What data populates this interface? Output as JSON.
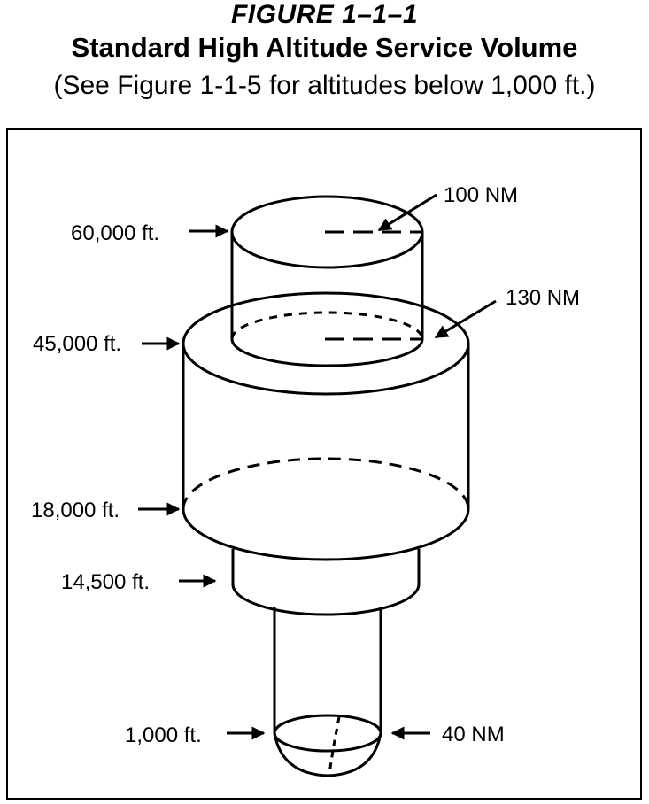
{
  "figure": {
    "number": "FIGURE 1–1–1",
    "title": "Standard High Altitude Service Volume",
    "subtitle": "(See Figure 1-1-5 for altitudes below 1,000 ft.)"
  },
  "altitudes": {
    "alt_60000": "60,000 ft.",
    "alt_45000": "45,000 ft.",
    "alt_18000": "18,000 ft.",
    "alt_14500": "14,500 ft.",
    "alt_1000": "1,000 ft."
  },
  "radii": {
    "r_100": "100 NM",
    "r_130": "130 NM",
    "r_40": "40 NM"
  }
}
